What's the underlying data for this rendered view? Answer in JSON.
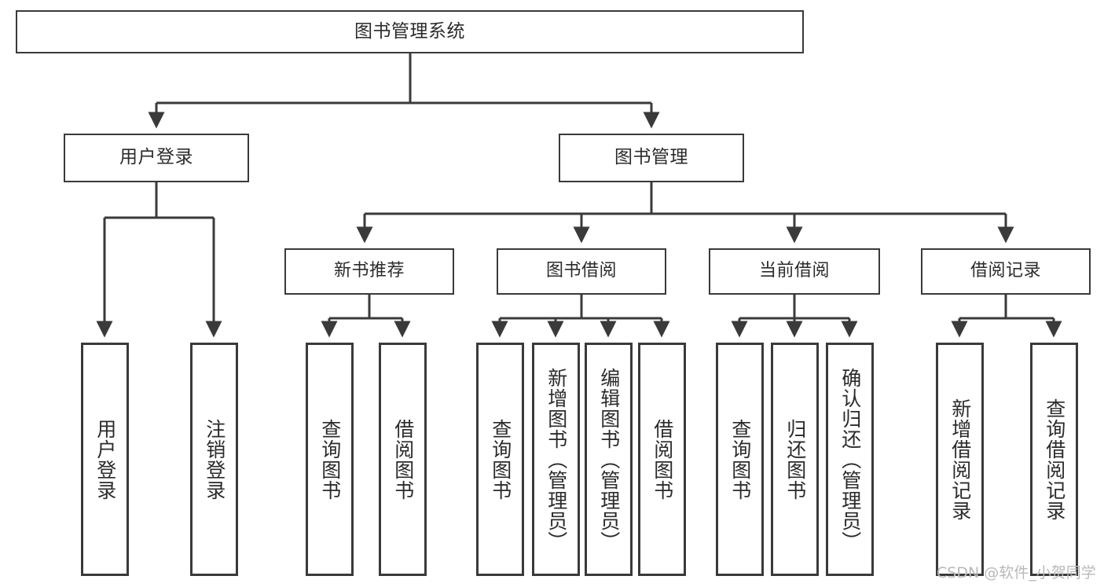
{
  "diagram": {
    "title": "图书管理系统",
    "type": "tree-hierarchy-chart",
    "background_color": "#ffffff",
    "box_border_color": "#3a3a3a",
    "text_color": "#2b2b2b",
    "connector_color": "#3a3a3a"
  },
  "root": {
    "label": "图书管理系统"
  },
  "level1": [
    {
      "label": "用户登录"
    },
    {
      "label": "图书管理"
    }
  ],
  "level2": [
    {
      "label": "新书推荐"
    },
    {
      "label": "图书借阅"
    },
    {
      "label": "当前借阅"
    },
    {
      "label": "借阅记录"
    }
  ],
  "leaves": {
    "user_login": [
      {
        "label": "用户登录"
      },
      {
        "label": "注销登录"
      }
    ],
    "new_book_recommend": [
      {
        "label": "查询图书"
      },
      {
        "label": "借阅图书"
      }
    ],
    "book_borrow": [
      {
        "label": "查询图书"
      },
      {
        "label": "新增图书（管理员）"
      },
      {
        "label": "编辑图书（管理员）"
      },
      {
        "label": "借阅图书"
      }
    ],
    "current_borrow": [
      {
        "label": "查询图书"
      },
      {
        "label": "归还图书"
      },
      {
        "label": "确认归还（管理员）"
      }
    ],
    "borrow_record": [
      {
        "label": "新增借阅记录"
      },
      {
        "label": "查询借阅记录"
      }
    ]
  },
  "watermark": {
    "text": "CSDN @软件_小贺同学",
    "color": "#b9b9b9"
  }
}
